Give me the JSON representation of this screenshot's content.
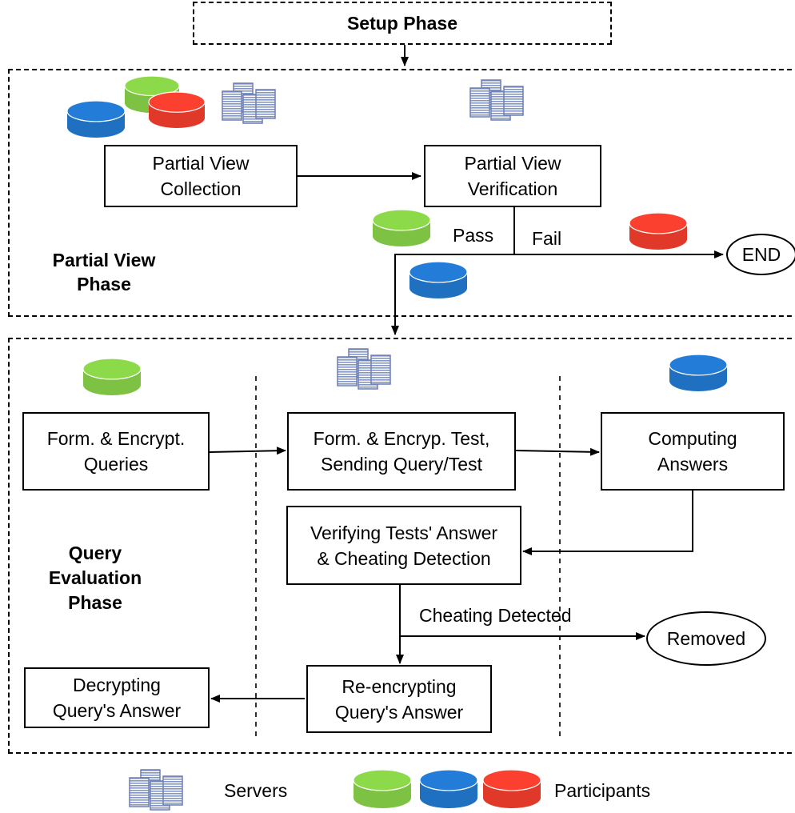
{
  "phases": {
    "setup": "Setup Phase",
    "partial_view": "Partial View\nPhase",
    "query_evaluation": "Query\nEvaluation\nPhase"
  },
  "boxes": {
    "partial_view_collection": "Partial View\nCollection",
    "partial_view_verification": "Partial View\nVerification",
    "form_encrypt_queries": "Form. & Encrypt.\nQueries",
    "form_encryp_test": "Form. & Encryp. Test,\nSending Query/Test",
    "computing_answers": "Computing\nAnswers",
    "verifying_tests": "Verifying Tests' Answer\n& Cheating Detection",
    "decrypting_answer": "Decrypting\nQuery's Answer",
    "reencrypting_answer": "Re-encrypting\nQuery's Answer"
  },
  "terminals": {
    "end": "END",
    "removed": "Removed"
  },
  "edge_labels": {
    "pass": "Pass",
    "fail": "Fail",
    "cheating_detected": "Cheating Detected"
  },
  "legend": {
    "servers": "Servers",
    "participants": "Participants"
  },
  "colors": {
    "green": "#7dc242",
    "blue": "#1f70c1",
    "red": "#e0392a",
    "server": "#8496c6"
  },
  "icons": [
    "server-cluster-icon",
    "participant-database-icon"
  ]
}
